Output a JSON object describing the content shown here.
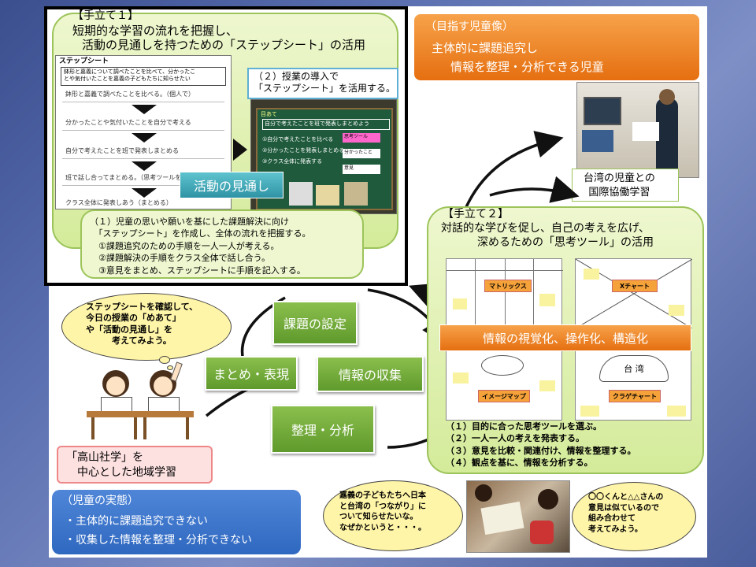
{
  "tedate1": {
    "header": "【手立て１】",
    "title_line1": "短期的な学習の流れを把握し、",
    "title_line2": "活動の見通しを持つための「ステップシート」の活用",
    "sheet_label": "ステップシート",
    "sheet_intro": "鉢形と嘉義について調べたことを比べて、分かったこ\nとや気付いたことを嘉義の子どもたちに知らせたい",
    "steps": [
      "鉢形と嘉義で調べたことを比べる。（個人で）",
      "分かったことや気付いたことを自分で考える",
      "自分で考えたことを班で発表しまとめる",
      "班で話し合ってまとめる。（思考ツールを使い）",
      "クラス全体に発表しあう（まとめる）"
    ],
    "intro_label": "（２）授業の導入で\n「ステップシート」を活用する。",
    "board_title": "目あて",
    "board_line": "自分で考えたことを班で発表しまとめよう",
    "board_items": [
      "①自分で考えたことを比べる",
      "②分かったことを発表しまとめる",
      "③クラス全体に発表する"
    ],
    "board_labels": [
      "思考ツール",
      "分かったこと",
      "意見"
    ],
    "activity_btn": "活動の見通し",
    "desc": "（１）児童の思いや願いを基にした課題解決に向け\n　「ステップシート」を作成し、全体の流れを把握する。\n　①課題追究のための手順を一人一人が考える。\n　②課題解決の手順をクラス全体で話し合う。\n　③意見をまとめ、ステップシートに手順を記入する。"
  },
  "goal": {
    "label": "（目指す児童像）",
    "line1": "主体的に課題追究し",
    "line2": "情報を整理・分析できる児童"
  },
  "photo_top_caption": "台湾の児童との\n国際協働学習",
  "tedate2": {
    "header": "【手立て２】",
    "title_line1": "対話的な学びを促し、自己の考えを広げ、",
    "title_line2": "深めるための「思考ツール」の活用",
    "tools": [
      "マトリックス",
      "Xチャート",
      "イメージマップ",
      "クラゲチャート"
    ],
    "tool_center": "台 湾",
    "visual_btn": "情報の視覚化、操作化、構造化",
    "desc": "（１）目的に合った思考ツールを選ぶ。\n（２）一人一人の考えを発表する。\n（３）意見を比較・関連付け、情報を整理する。\n（４）観点を基に、情報を分析する。"
  },
  "cycle": {
    "setting": "課題の設定",
    "gathering": "情報の収集",
    "arranging": "整理・分析",
    "summary": "まとめ・表現"
  },
  "cloud_left": "ステップシートを確認して、\n今日の授業の「めあて」\nや「活動の見通し」を\n　　　考えてみよう。",
  "local_study": "「高山社学」を\n　中心とした地域学習",
  "actual": {
    "label": "（児童の実態）",
    "line1": "・主体的に課題追究できない",
    "line2": "・収集した情報を整理・分析できない"
  },
  "bubble_mid": "嘉義の子どもたちへ日本\nと台湾の「つながり」に\nついて知らせたいな。\nなぜかというと・・・。",
  "bubble_right": "〇〇くんと△△さんの\n意見は似ているので\n組み合わせて\n考えてみよう。",
  "colors": {
    "green": "#9cc45a",
    "orange": "#e56f10",
    "teal": "#2e93a4",
    "blue": "#2f68c0"
  }
}
